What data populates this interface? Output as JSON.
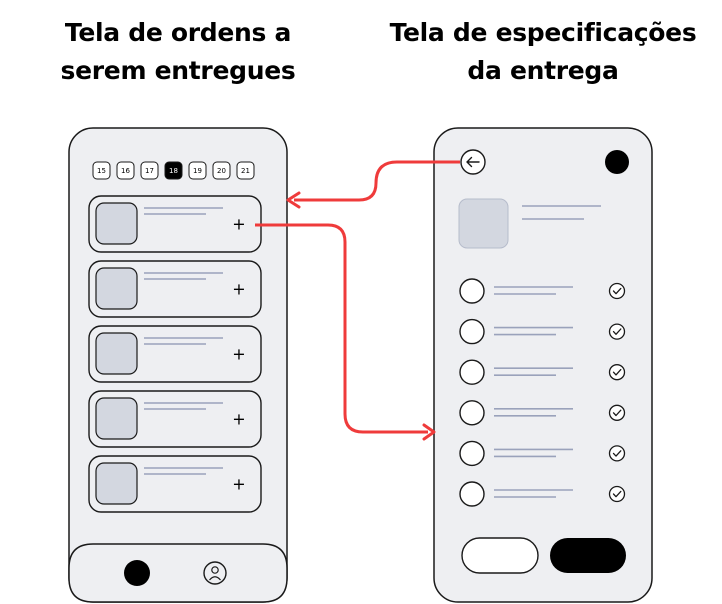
{
  "titles": {
    "left": [
      "Tela de ordens a",
      "serem entregues"
    ],
    "right": [
      "Tela de especificações",
      "da entrega"
    ]
  },
  "orders_screen": {
    "date_strip": [
      {
        "day": "15",
        "selected": false
      },
      {
        "day": "16",
        "selected": false
      },
      {
        "day": "17",
        "selected": false
      },
      {
        "day": "18",
        "selected": true
      },
      {
        "day": "19",
        "selected": false
      },
      {
        "day": "20",
        "selected": false
      },
      {
        "day": "21",
        "selected": false
      }
    ],
    "order_cards": [
      {
        "action_glyph": "+"
      },
      {
        "action_glyph": "+"
      },
      {
        "action_glyph": "+"
      },
      {
        "action_glyph": "+"
      },
      {
        "action_glyph": "+"
      }
    ],
    "bottom_nav": [
      {
        "icon": "home-dot-icon"
      },
      {
        "icon": "profile-icon"
      }
    ]
  },
  "details_screen": {
    "header": {
      "back_icon": "back-arrow-icon",
      "right_icon": "avatar-dot-icon"
    },
    "item_icon": "product-thumbnail",
    "checklist_count": 6,
    "checklist_icon": "check-circle-icon",
    "buttons": [
      {
        "style": "outline"
      },
      {
        "style": "filled"
      }
    ]
  },
  "colors": {
    "phone_bg": "#eeeff2",
    "stroke": "#1a1a1a",
    "thumbnail": "#d3d7e0",
    "text_line": "#9aa2bb",
    "arrow": "#ef3b3b",
    "selected": "#000000"
  }
}
